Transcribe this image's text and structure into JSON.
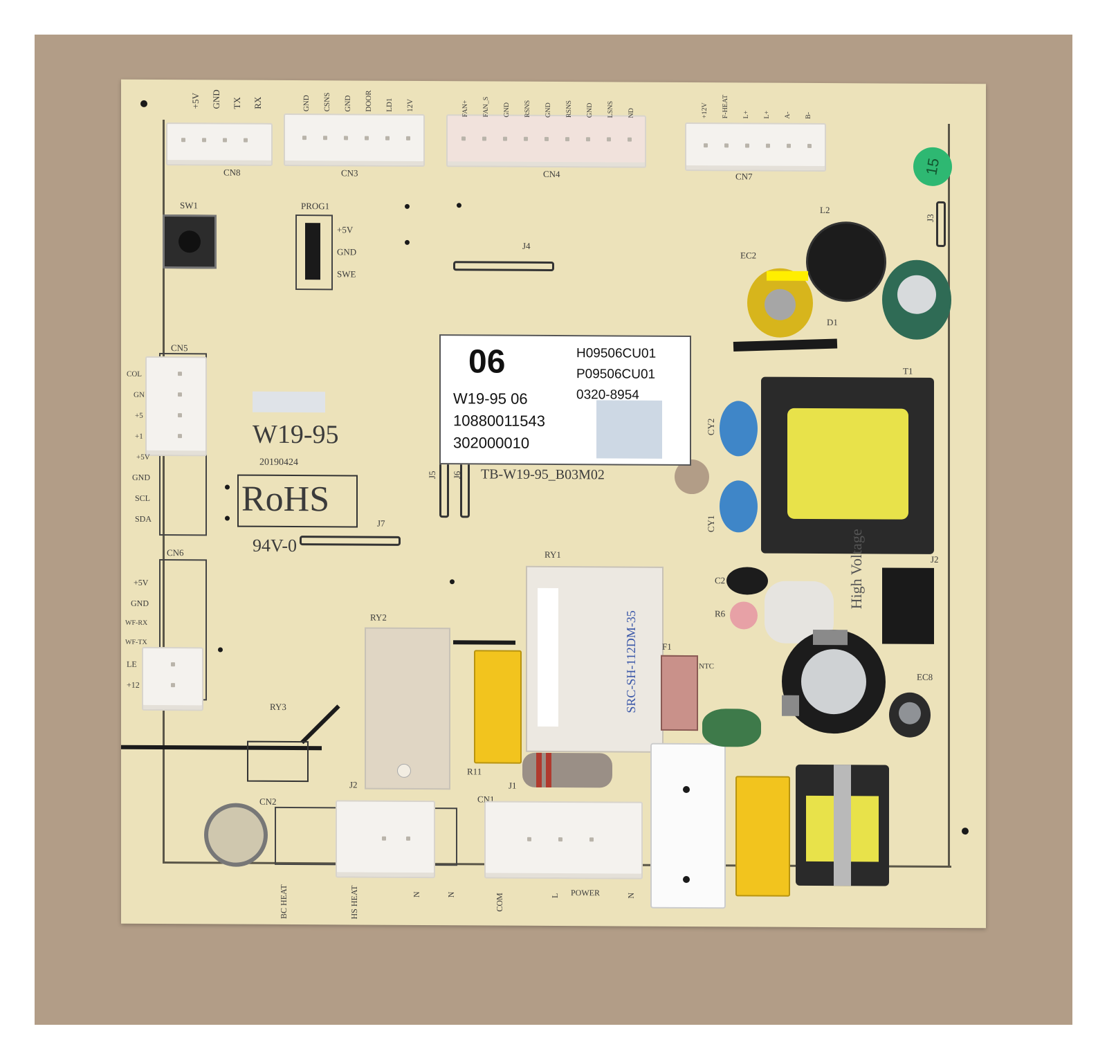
{
  "board": {
    "model": "W19-95",
    "date_code": "20190424",
    "rohs": "RoHS",
    "flame_rating": "94V-0",
    "pcb_part": "TB-W19-95_B03M02",
    "green_sticker": "15"
  },
  "sticker": {
    "big_number": "06",
    "line1": "W19-95 06",
    "line2": "10880011543",
    "line3": "302000010",
    "right1": "H09506CU01",
    "right2": "P09506CU01",
    "right3": "0320-8954"
  },
  "connectors": {
    "cn8": {
      "name": "CN8",
      "pins": [
        "+5V",
        "GND",
        "TX",
        "RX"
      ]
    },
    "cn3": {
      "name": "CN3",
      "pins": [
        "GND",
        "CSNS",
        "GND",
        "DOOR",
        "LD1",
        "12V"
      ]
    },
    "cn4": {
      "name": "CN4",
      "pins": [
        "FAN+",
        "FAN_S",
        "GND",
        "RSNS",
        "GND",
        "RSNS",
        "GND",
        "LSNS",
        "ND"
      ]
    },
    "cn7": {
      "name": "CN7",
      "pins": [
        "+12V",
        "F-HEAT",
        "L+",
        "L+",
        "A-",
        "B-"
      ]
    },
    "cn5": {
      "name": "CN5",
      "pins": [
        "COL",
        "GN",
        "+5",
        "+1",
        "+5V",
        "GND",
        "SCL",
        "SDA"
      ]
    },
    "cn6": {
      "name": "CN6",
      "pins": [
        "+5V",
        "GND",
        "WF-RX",
        "WF-TX",
        "LE",
        "+12"
      ]
    },
    "cn2": {
      "name": "CN2"
    },
    "cn1": {
      "name": "CN1"
    }
  },
  "refs": {
    "sw1": "SW1",
    "prog1": "PROG1",
    "prog_pins": [
      "+5V",
      "GND",
      "SWE"
    ],
    "j4": "J4",
    "j5": "J5",
    "j6": "J6",
    "j7": "J7",
    "j3": "J3",
    "j2": "J2",
    "j1": "J1",
    "j2b": "J2",
    "l2": "L2",
    "ec2": "EC2",
    "d1": "D1",
    "t1": "T1",
    "cy2": "CY2",
    "cy1": "CY1",
    "ry1": "RY1",
    "ry2": "RY2",
    "ry3": "RY3",
    "c2": "C2",
    "r6": "R6",
    "f1": "F1",
    "ntc": "NTC",
    "ec8": "EC8",
    "r11": "R11",
    "relay_text": "SRC-SH-112DM-35",
    "high_voltage": "High Voltage"
  },
  "bottom_labels": [
    "BC HEAT",
    "HS HEAT",
    "N",
    "N",
    "COM",
    "L",
    "POWER",
    "N"
  ],
  "colors": {
    "photo_background": "#b29d87",
    "pcb": "#ece2ba",
    "trace": "#1b1b1b",
    "transformer_core": "#e8e24a",
    "y_capacitor": "#3f86c8",
    "x_capacitor": "#f2c41e"
  }
}
